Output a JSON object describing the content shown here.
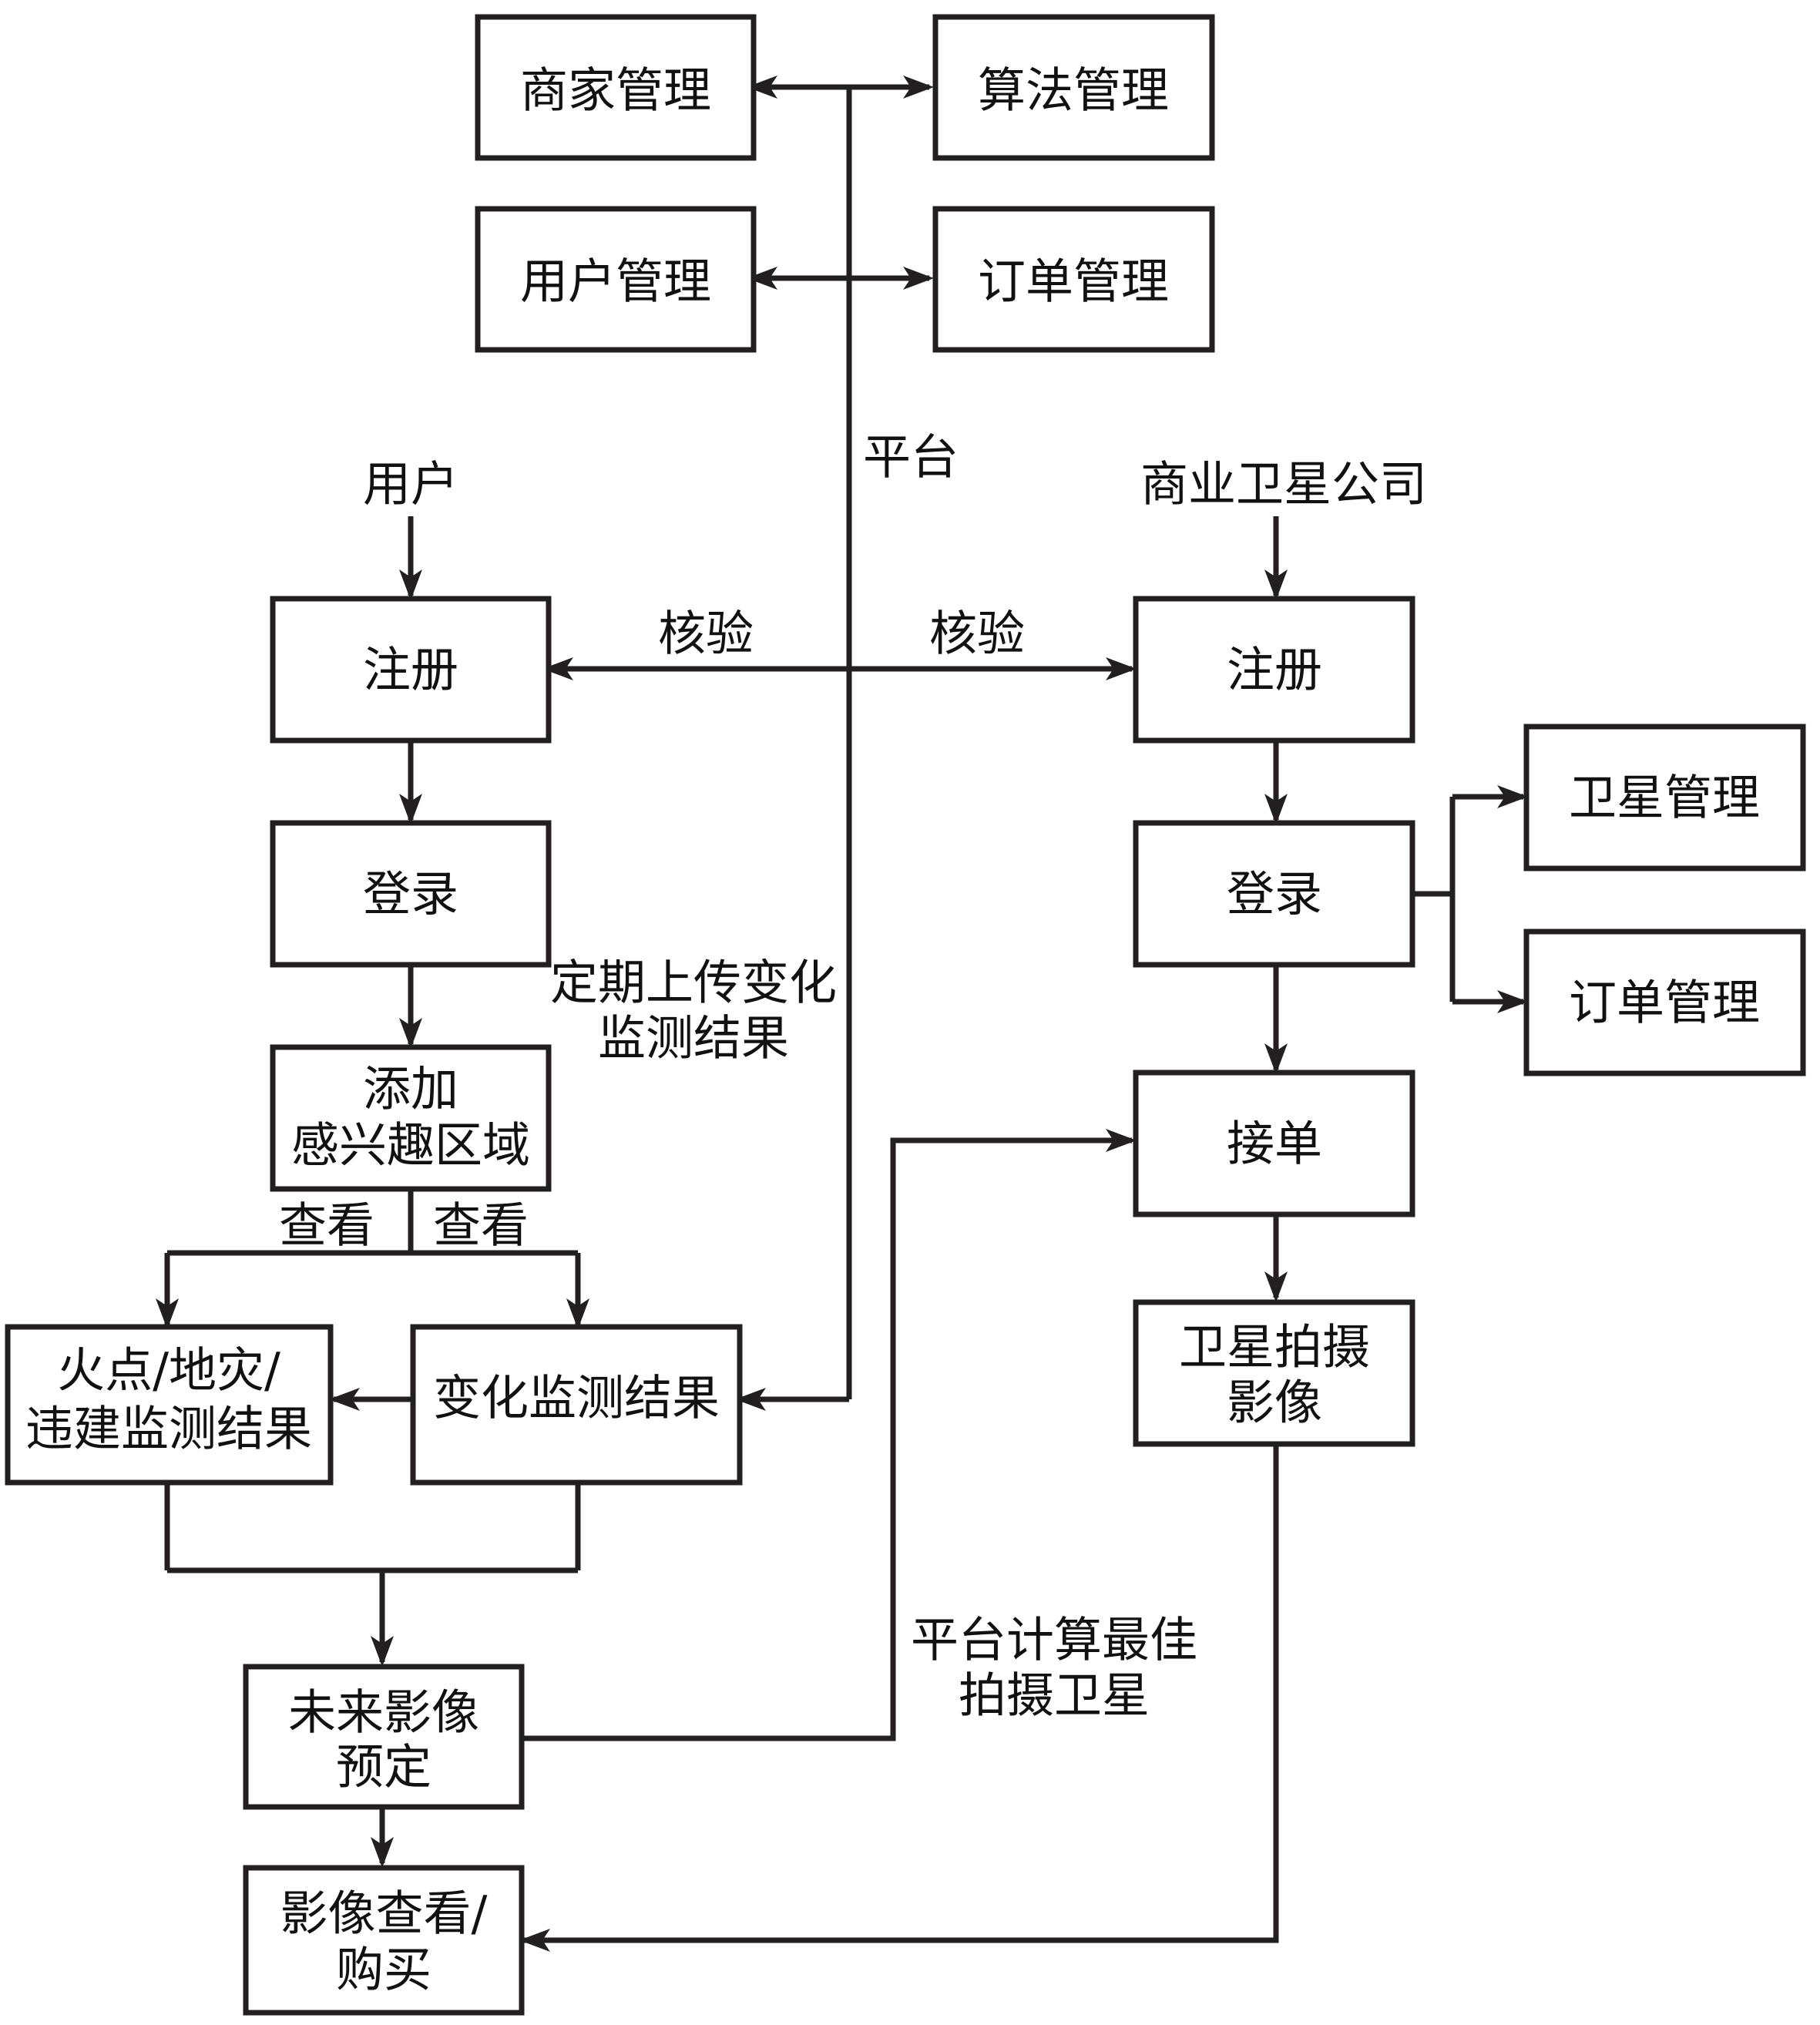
{
  "colors": {
    "ink": "#231f20",
    "background": "#ffffff"
  },
  "platform": {
    "label": "平台",
    "boxes": {
      "merchant_mgmt": "商家管理",
      "algorithm_mgmt": "算法管理",
      "user_mgmt": "用户管理",
      "order_mgmt": "订单管理"
    }
  },
  "user_side": {
    "entry": "用户",
    "register": "注册",
    "login": "登录",
    "add_roi": [
      "添加",
      "感兴趣区域"
    ],
    "view_left": "查看",
    "view_right": "查看",
    "fire_result": [
      "火点/地灾/",
      "违建监测结果"
    ],
    "change_result": "变化监测结果",
    "future_booking": [
      "未来影像",
      "预定"
    ],
    "view_buy": [
      "影像查看/",
      "购买"
    ]
  },
  "satellite_side": {
    "entry": "商业卫星公司",
    "register": "注册",
    "login": "登录",
    "satellite_mgmt": "卫星管理",
    "order_mgmt": "订单管理",
    "accept_order": "接单",
    "capture": [
      "卫星拍摄",
      "影像"
    ]
  },
  "edge_labels": {
    "verify_left": "核验",
    "verify_right": "核验",
    "upload_periodic": [
      "定期上传变化",
      "监测结果"
    ],
    "compute_best": [
      "平台计算最佳",
      "拍摄卫星"
    ]
  }
}
